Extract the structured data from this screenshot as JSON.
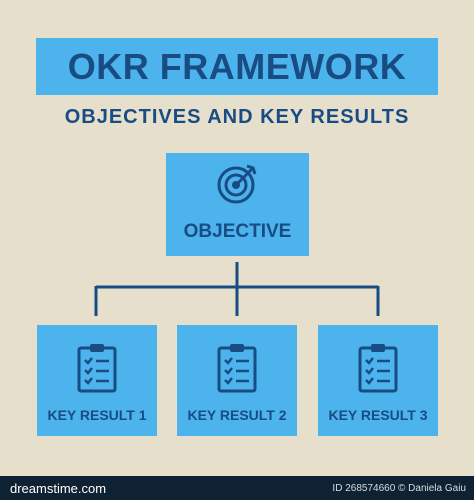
{
  "title": "OKR FRAMEWORK",
  "subtitle": "OBJECTIVES AND KEY RESULTS",
  "objective": {
    "label": "OBJECTIVE",
    "icon": "target-icon"
  },
  "key_results": [
    {
      "label": "KEY RESULT 1",
      "icon": "checklist-icon"
    },
    {
      "label": "KEY RESULT 2",
      "icon": "checklist-icon"
    },
    {
      "label": "KEY RESULT 3",
      "icon": "checklist-icon"
    }
  ],
  "footer": {
    "brand": "dreamstime.com",
    "credit": "ID 268574660 © Daniela Gaiu"
  },
  "colors": {
    "background": "#e6dfcc",
    "box": "#4cb3ec",
    "text": "#184c83",
    "footer": "#0f2233"
  }
}
